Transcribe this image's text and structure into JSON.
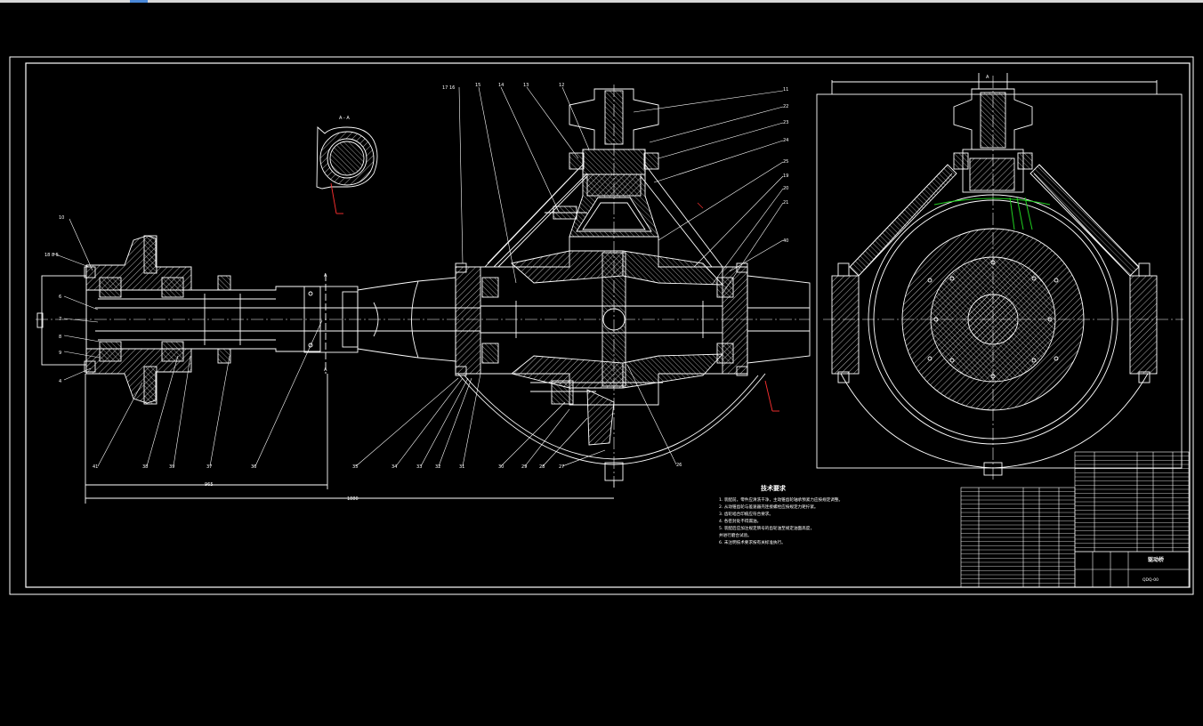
{
  "viewer": {
    "background": "#000000",
    "line_color": "#ffffff",
    "accent_red": "#ff3030",
    "accent_green": "#20d020"
  },
  "drawing": {
    "section_label": "A - A",
    "section_marker_a": "A",
    "section_marker_b": "A",
    "tech_requirements_title": "技术要求",
    "tech_requirements": [
      "1. 装配前，零件应清洗干净，主动锥齿轮轴承预紧力应按规定调整。",
      "2. 从动锥齿轮与差速器壳连接螺栓应按规定力矩拧紧。",
      "3. 齿轮啮合印痕应符合要求。",
      "4. 各密封处不得漏油。",
      "5. 装配后应加注规定牌号的齿轮油至规定油面高度，",
      "   并进行磨合试验。",
      "6. 未注明技术要求按有关标准执行。"
    ],
    "title_block_name": "驱动桥",
    "title_block_code": "QDQ-00"
  }
}
